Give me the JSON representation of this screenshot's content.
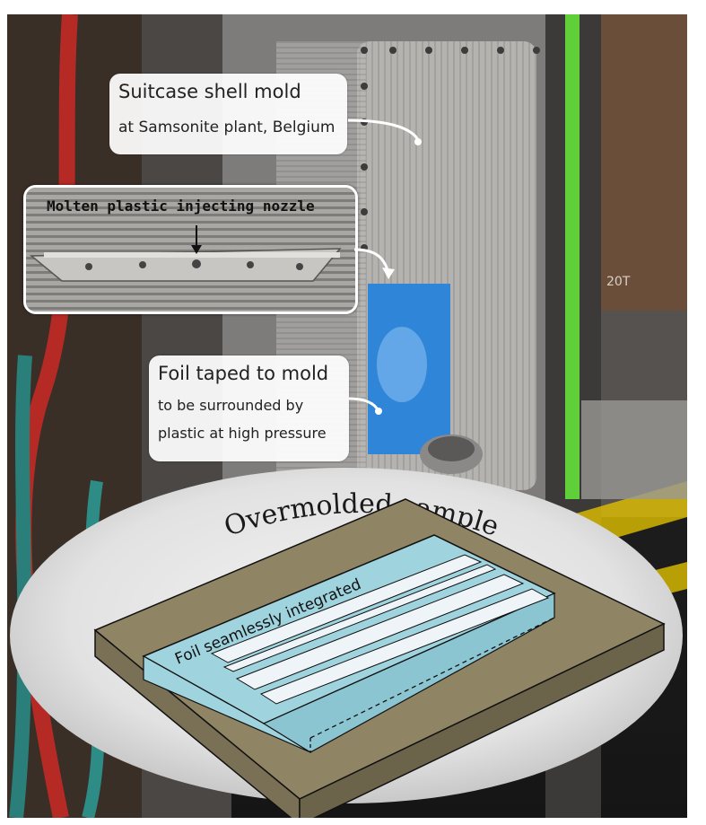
{
  "callouts": {
    "mold_title": "Suitcase shell mold",
    "mold_sub": "at Samsonite plant, Belgium",
    "nozzle": "Molten plastic injecting nozzle",
    "foil_title": "Foil taped to mold",
    "foil_sub1": "to be surrounded by",
    "foil_sub2": "plastic at high pressure"
  },
  "sample": {
    "title": "Overmolded sample",
    "foil_text": "Foil seamlessly integrated"
  },
  "machine_text": "20T",
  "colors": {
    "foil_blue": "#9fd3de",
    "plastic_brown": "#8f8464",
    "machine_green": "#5fd03a",
    "mold_steel": "#a9a8a6"
  }
}
